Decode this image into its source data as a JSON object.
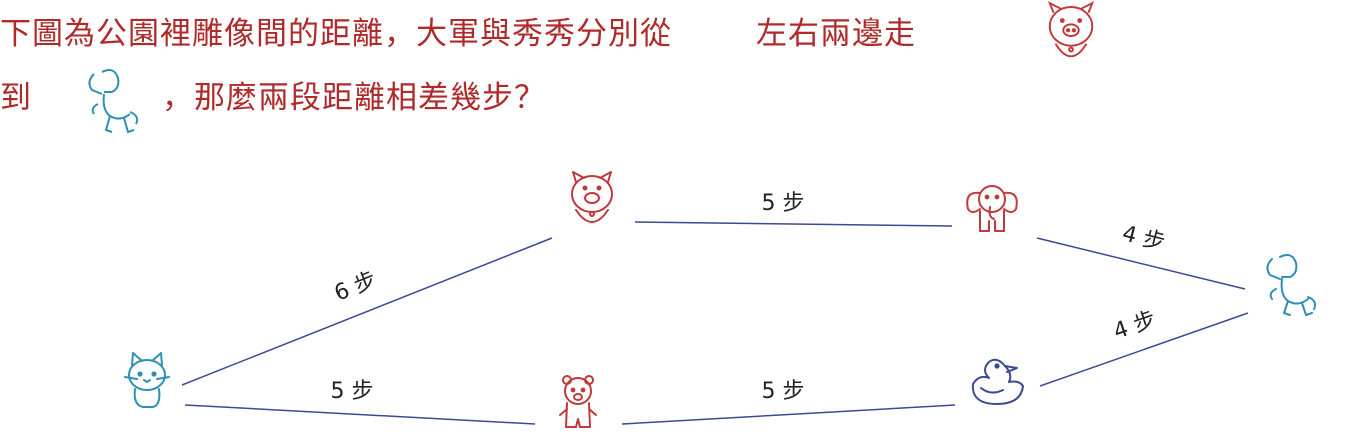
{
  "question": {
    "line1_a": "下圖為公園裡雕像間的距離，大軍與秀秀分別從",
    "line1_b": "左右兩邊走",
    "line2_a": "到",
    "line2_b": "，那麼兩段距離相差幾步？"
  },
  "nodes": [
    {
      "id": "cat",
      "icon": "cat-icon",
      "color": "#2f8fb5"
    },
    {
      "id": "pig",
      "icon": "pig-icon",
      "color": "#c0393b"
    },
    {
      "id": "elephant",
      "icon": "elephant-icon",
      "color": "#c0393b"
    },
    {
      "id": "horse",
      "icon": "horse-icon",
      "color": "#2f8fb5"
    },
    {
      "id": "bear",
      "icon": "bear-icon",
      "color": "#c0393b"
    },
    {
      "id": "duck",
      "icon": "duck-icon",
      "color": "#3b4a92"
    }
  ],
  "edges": [
    {
      "from": "cat",
      "to": "pig",
      "label": "6 步"
    },
    {
      "from": "pig",
      "to": "elephant",
      "label": "5 步"
    },
    {
      "from": "elephant",
      "to": "horse",
      "label": "4 步"
    },
    {
      "from": "cat",
      "to": "bear",
      "label": "5 步"
    },
    {
      "from": "bear",
      "to": "duck",
      "label": "5 步"
    },
    {
      "from": "duck",
      "to": "horse",
      "label": "4 步"
    }
  ],
  "colors": {
    "question_text": "#b02a2a",
    "edge": "#3b4a92",
    "label": "#222222"
  }
}
